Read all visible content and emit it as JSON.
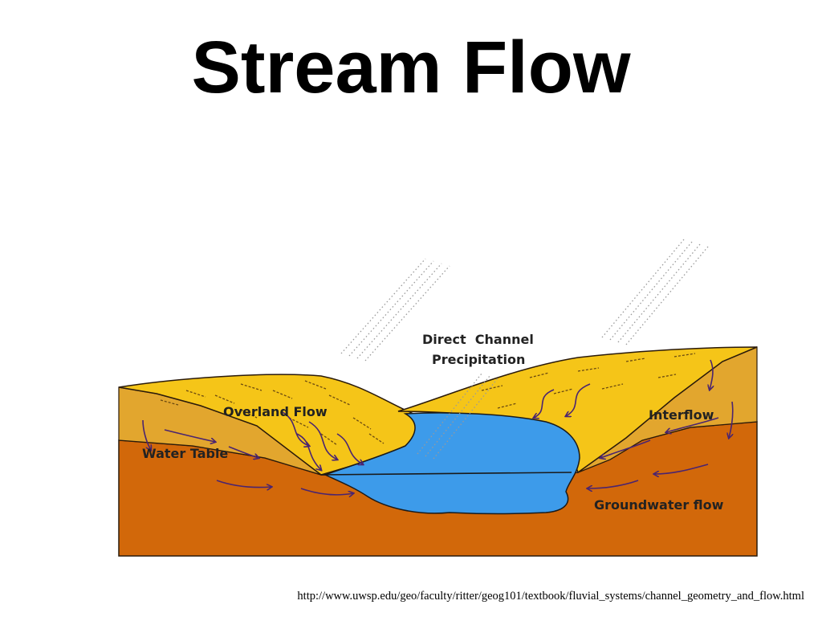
{
  "slide": {
    "title": "Stream Flow",
    "source_url": "http://www.uwsp.edu/geo/faculty/ritter/geog101/textbook/fluvial_systems/channel_geometry_and_flow.html"
  },
  "diagram": {
    "labels": {
      "direct_channel_line1": "Direct  Channel",
      "direct_channel_line2": "Precipitation",
      "overland_flow": "Overland Flow",
      "interflow": "Interflow",
      "water_table": "Water Table",
      "groundwater_flow": "Groundwater flow"
    },
    "colors": {
      "surface": "#F5C518",
      "soil_layer": "#E2A62E",
      "bedrock": "#D2680A",
      "water": "#3D9BEA",
      "arrows": "#4A2470",
      "rain": "#9A9A9A"
    }
  }
}
